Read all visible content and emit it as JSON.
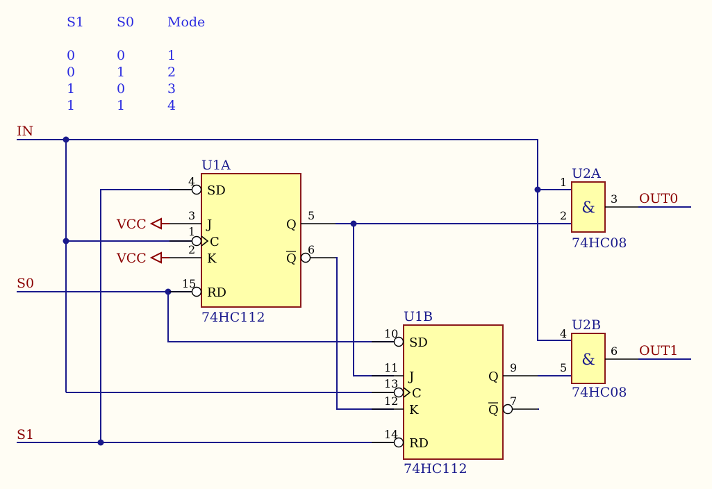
{
  "truth_table": {
    "headers": [
      "S1",
      "S0",
      "Mode"
    ],
    "rows": [
      [
        "0",
        "0",
        "1"
      ],
      [
        "0",
        "1",
        "2"
      ],
      [
        "1",
        "0",
        "3"
      ],
      [
        "1",
        "1",
        "4"
      ]
    ]
  },
  "nets": {
    "in": "IN",
    "s0": "S0",
    "s1": "S1",
    "vcc": "VCC",
    "out0": "OUT0",
    "out1": "OUT1"
  },
  "components": {
    "u1a": {
      "designator": "U1A",
      "part": "74HC112",
      "pins": {
        "sd": {
          "num": "4",
          "label": "SD"
        },
        "j": {
          "num": "3",
          "label": "J"
        },
        "c": {
          "num": "1",
          "label": "C"
        },
        "k": {
          "num": "2",
          "label": "K"
        },
        "rd": {
          "num": "15",
          "label": "RD"
        },
        "q": {
          "num": "5",
          "label": "Q"
        },
        "qn": {
          "num": "6",
          "label": "Q"
        }
      }
    },
    "u1b": {
      "designator": "U1B",
      "part": "74HC112",
      "pins": {
        "sd": {
          "num": "10",
          "label": "SD"
        },
        "j": {
          "num": "11",
          "label": "J"
        },
        "c": {
          "num": "13",
          "label": "C"
        },
        "k": {
          "num": "12",
          "label": "K"
        },
        "rd": {
          "num": "14",
          "label": "RD"
        },
        "q": {
          "num": "9",
          "label": "Q"
        },
        "qn": {
          "num": "7",
          "label": "Q"
        }
      }
    },
    "u2a": {
      "designator": "U2A",
      "part": "74HC08",
      "symbol": "&",
      "pins": {
        "a": "1",
        "b": "2",
        "y": "3"
      }
    },
    "u2b": {
      "designator": "U2B",
      "part": "74HC08",
      "symbol": "&",
      "pins": {
        "a": "4",
        "b": "5",
        "y": "6"
      }
    }
  }
}
